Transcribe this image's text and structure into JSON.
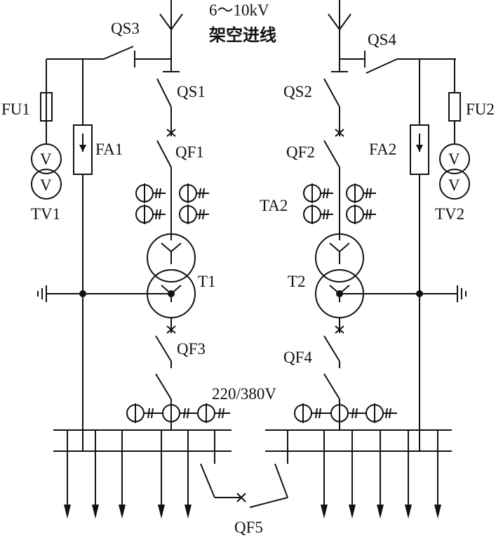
{
  "source": {
    "voltage": "6～10kV",
    "description": "架空进线"
  },
  "labels": {
    "qs1": "QS1",
    "qs2": "QS2",
    "qs3": "QS3",
    "qs4": "QS4",
    "qf1": "QF1",
    "qf2": "QF2",
    "qf3": "QF3",
    "qf4": "QF4",
    "qf5": "QF5",
    "fu1": "FU1",
    "fu2": "FU2",
    "fa1": "FA1",
    "fa2": "FA2",
    "tv1": "TV1",
    "tv2": "TV2",
    "ta2": "TA2",
    "t1": "T1",
    "t2": "T2",
    "lv_bus": "220/380V",
    "v_sym": "V"
  }
}
